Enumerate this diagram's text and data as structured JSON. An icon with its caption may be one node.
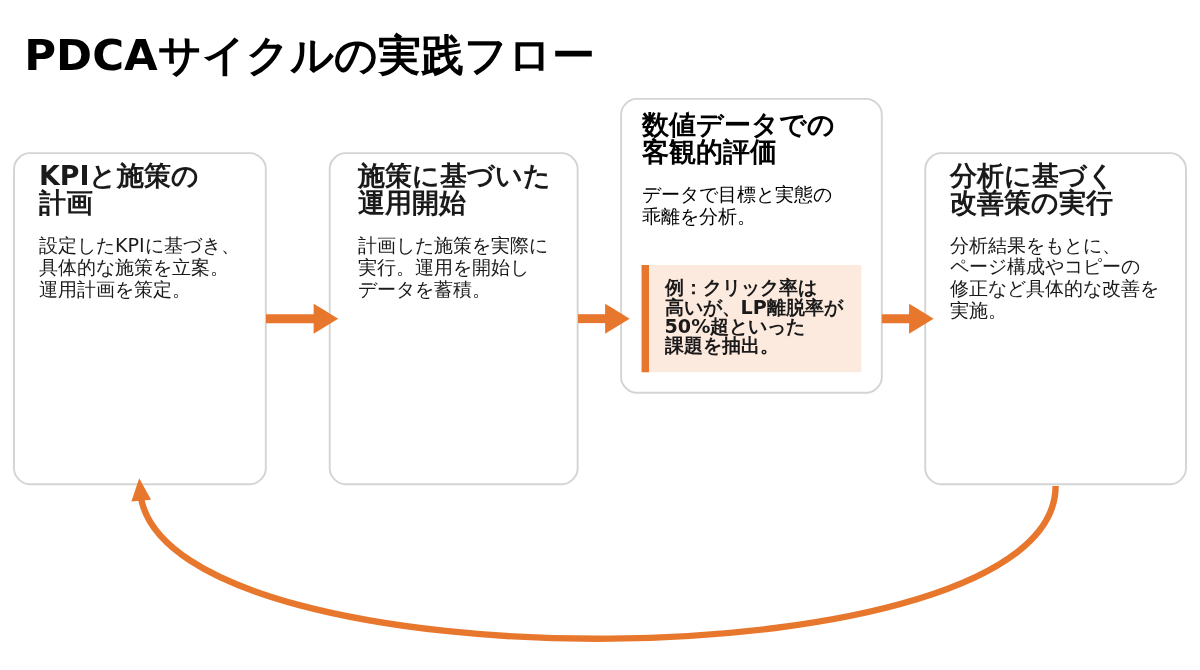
{
  "diagram": {
    "title": "PDCAサイクルの実践フロー",
    "nodes": [
      {
        "text": [
          "KPIと施策の計画",
          "設定したKPIに基づき、具体的な施策を立案。運用計画を策定。"
        ]
      },
      {
        "text": [
          "施策に基づいた運用開始",
          "計画した施策を実際に実行。運用を開始しデータを蓄積。"
        ]
      },
      {
        "text": [
          "数値データでの客観的評価",
          "データで目標と実態の乖離を分析。"
        ]
      },
      {
        "text": [
          "例：クリック率は高いが、LP離脱率が50%超といった課題を抽出。"
        ],
        "in": 2
      },
      {
        "text": [
          "分析に基づく改善策の実行",
          "分析結果をもとに、ページ構成やコピーの修正など具体的な改善を実施。"
        ]
      }
    ],
    "edges": [
      {
        "from": 0,
        "to": 1,
        "arrow": "to"
      },
      {
        "from": 1,
        "to": 2,
        "arrow": "to"
      },
      {
        "from": 2,
        "to": 4,
        "arrow": "to"
      },
      {
        "from": 4,
        "to": 0,
        "arrow": "to"
      }
    ]
  }
}
